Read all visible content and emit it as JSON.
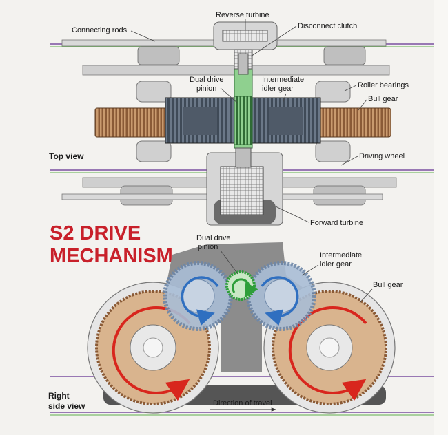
{
  "title": {
    "line1": "S2 DRIVE",
    "line2": "MECHANISM"
  },
  "views": {
    "top": "Top view",
    "side_line1": "Right",
    "side_line2": "side view"
  },
  "labels": {
    "reverse_turbine": "Reverse turbine",
    "connecting_rods": "Connecting rods",
    "disconnect_clutch": "Disconnect clutch",
    "dual_drive_pinion_1": "Dual drive",
    "dual_drive_pinion_2": "pinion",
    "intermediate_idler_1": "Intermediate",
    "intermediate_idler_2": "idler gear",
    "roller_bearings": "Roller bearings",
    "bull_gear": "Bull gear",
    "driving_wheel": "Driving wheel",
    "forward_turbine": "Forward turbine",
    "side_pinion_1": "Dual drive",
    "side_pinion_2": "pinion",
    "side_idler_1": "Intermediate",
    "side_idler_2": "idler gear",
    "side_bull_gear": "Bull gear",
    "direction_of_travel": "Direction of travel"
  },
  "colors": {
    "title_red": "#c8202a",
    "bull_gear": "#c99a6e",
    "idler_gear": "#8fa7c4",
    "pinion": "#7bc27f",
    "arrow_red": "#d8261d",
    "arrow_blue": "#2f6fc0",
    "arrow_green": "#2e9e3a",
    "rail": "#7b4fa0",
    "rail_green": "#5fae4d"
  },
  "icons": {
    "rotation_arrow": "curved-arrow-icon",
    "travel_arrow": "right-arrow-icon"
  }
}
